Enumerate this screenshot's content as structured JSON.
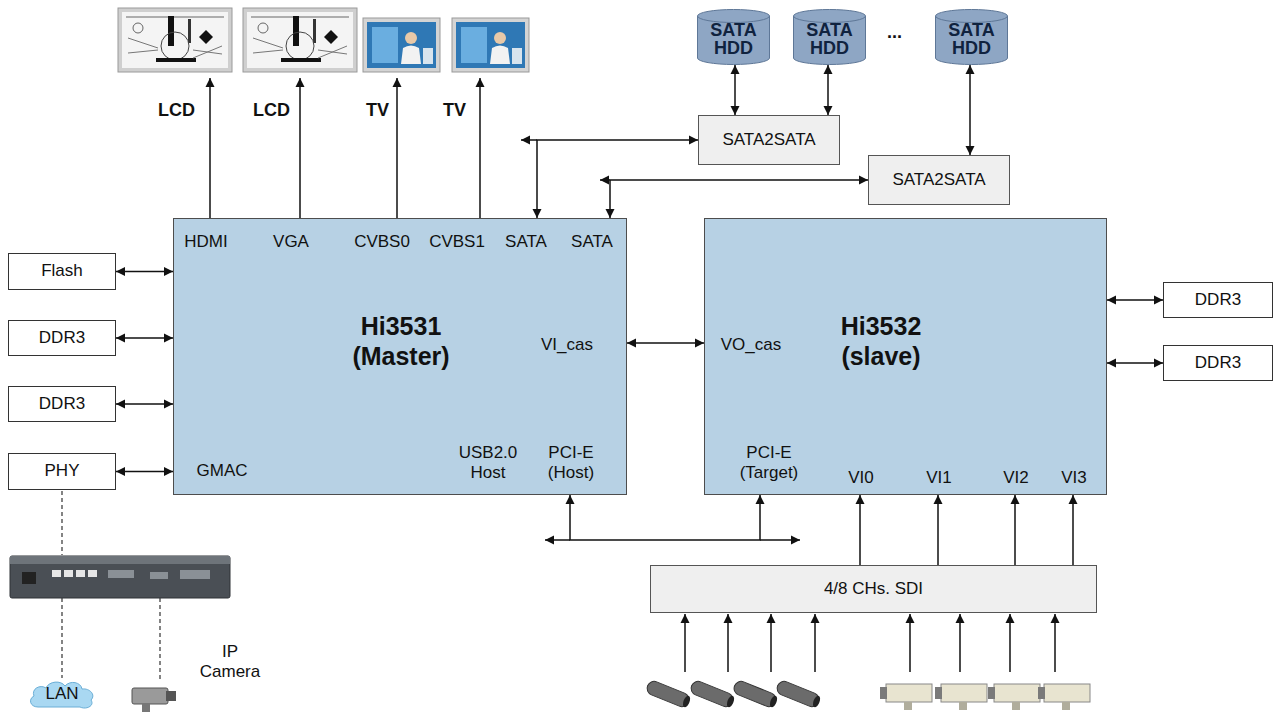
{
  "diagram": {
    "nodes": [
      {
        "text": [
          "SATA HDD"
        ]
      },
      {
        "text": [
          "SATA HDD"
        ]
      },
      {
        "text": [
          "SATA HDD"
        ]
      },
      {
        "text": [
          "SATA2SATA"
        ]
      },
      {
        "text": [
          "SATA2SATA"
        ]
      },
      {
        "text": [
          "Flash"
        ]
      },
      {
        "text": [
          "DDR3"
        ]
      },
      {
        "text": [
          "DDR3"
        ]
      },
      {
        "text": [
          "PHY"
        ]
      },
      {
        "text": [
          "Hi3531 (Master)",
          "HDMI",
          "VGA",
          "CVBS0",
          "CVBS1",
          "SATA",
          "SATA",
          "VI_cas",
          "GMAC",
          "USB2.0 Host",
          "PCI-E (Host)"
        ]
      },
      {
        "text": [
          "Hi3532 (slave)",
          "VO_cas",
          "PCI-E (Target)",
          "VI0",
          "VI1",
          "VI2",
          "VI3"
        ]
      },
      {
        "text": [
          "DDR3"
        ]
      },
      {
        "text": [
          "DDR3"
        ]
      },
      {
        "text": [
          "4/8 CHs. SDI"
        ]
      },
      {
        "text": [
          "LAN"
        ]
      }
    ],
    "edges": [
      {
        "from": 0,
        "to": 3,
        "arrow": "both"
      },
      {
        "from": 1,
        "to": 3,
        "arrow": "both"
      },
      {
        "from": 2,
        "to": 4,
        "arrow": "both"
      },
      {
        "from": 9,
        "to": 3,
        "arrow": "both"
      },
      {
        "from": 9,
        "to": 4,
        "arrow": "both"
      },
      {
        "from": 5,
        "to": 9,
        "arrow": "both"
      },
      {
        "from": 6,
        "to": 9,
        "arrow": "both"
      },
      {
        "from": 7,
        "to": 9,
        "arrow": "both"
      },
      {
        "from": 8,
        "to": 9,
        "arrow": "both"
      },
      {
        "from": 9,
        "to": 10,
        "arrow": "both"
      },
      {
        "from": 10,
        "to": 11,
        "arrow": "both"
      },
      {
        "from": 10,
        "to": 12,
        "arrow": "both"
      },
      {
        "from": 9,
        "to": 10,
        "arrow": "both"
      },
      {
        "from": 13,
        "to": 10,
        "arrow": "to"
      },
      {
        "from": 13,
        "to": 10,
        "arrow": "to"
      },
      {
        "from": 13,
        "to": 10,
        "arrow": "to"
      },
      {
        "from": 13,
        "to": 10,
        "arrow": "to"
      }
    ],
    "labels": [
      "LCD",
      "LCD",
      "TV",
      "TV",
      "...",
      "IP Camera"
    ]
  }
}
